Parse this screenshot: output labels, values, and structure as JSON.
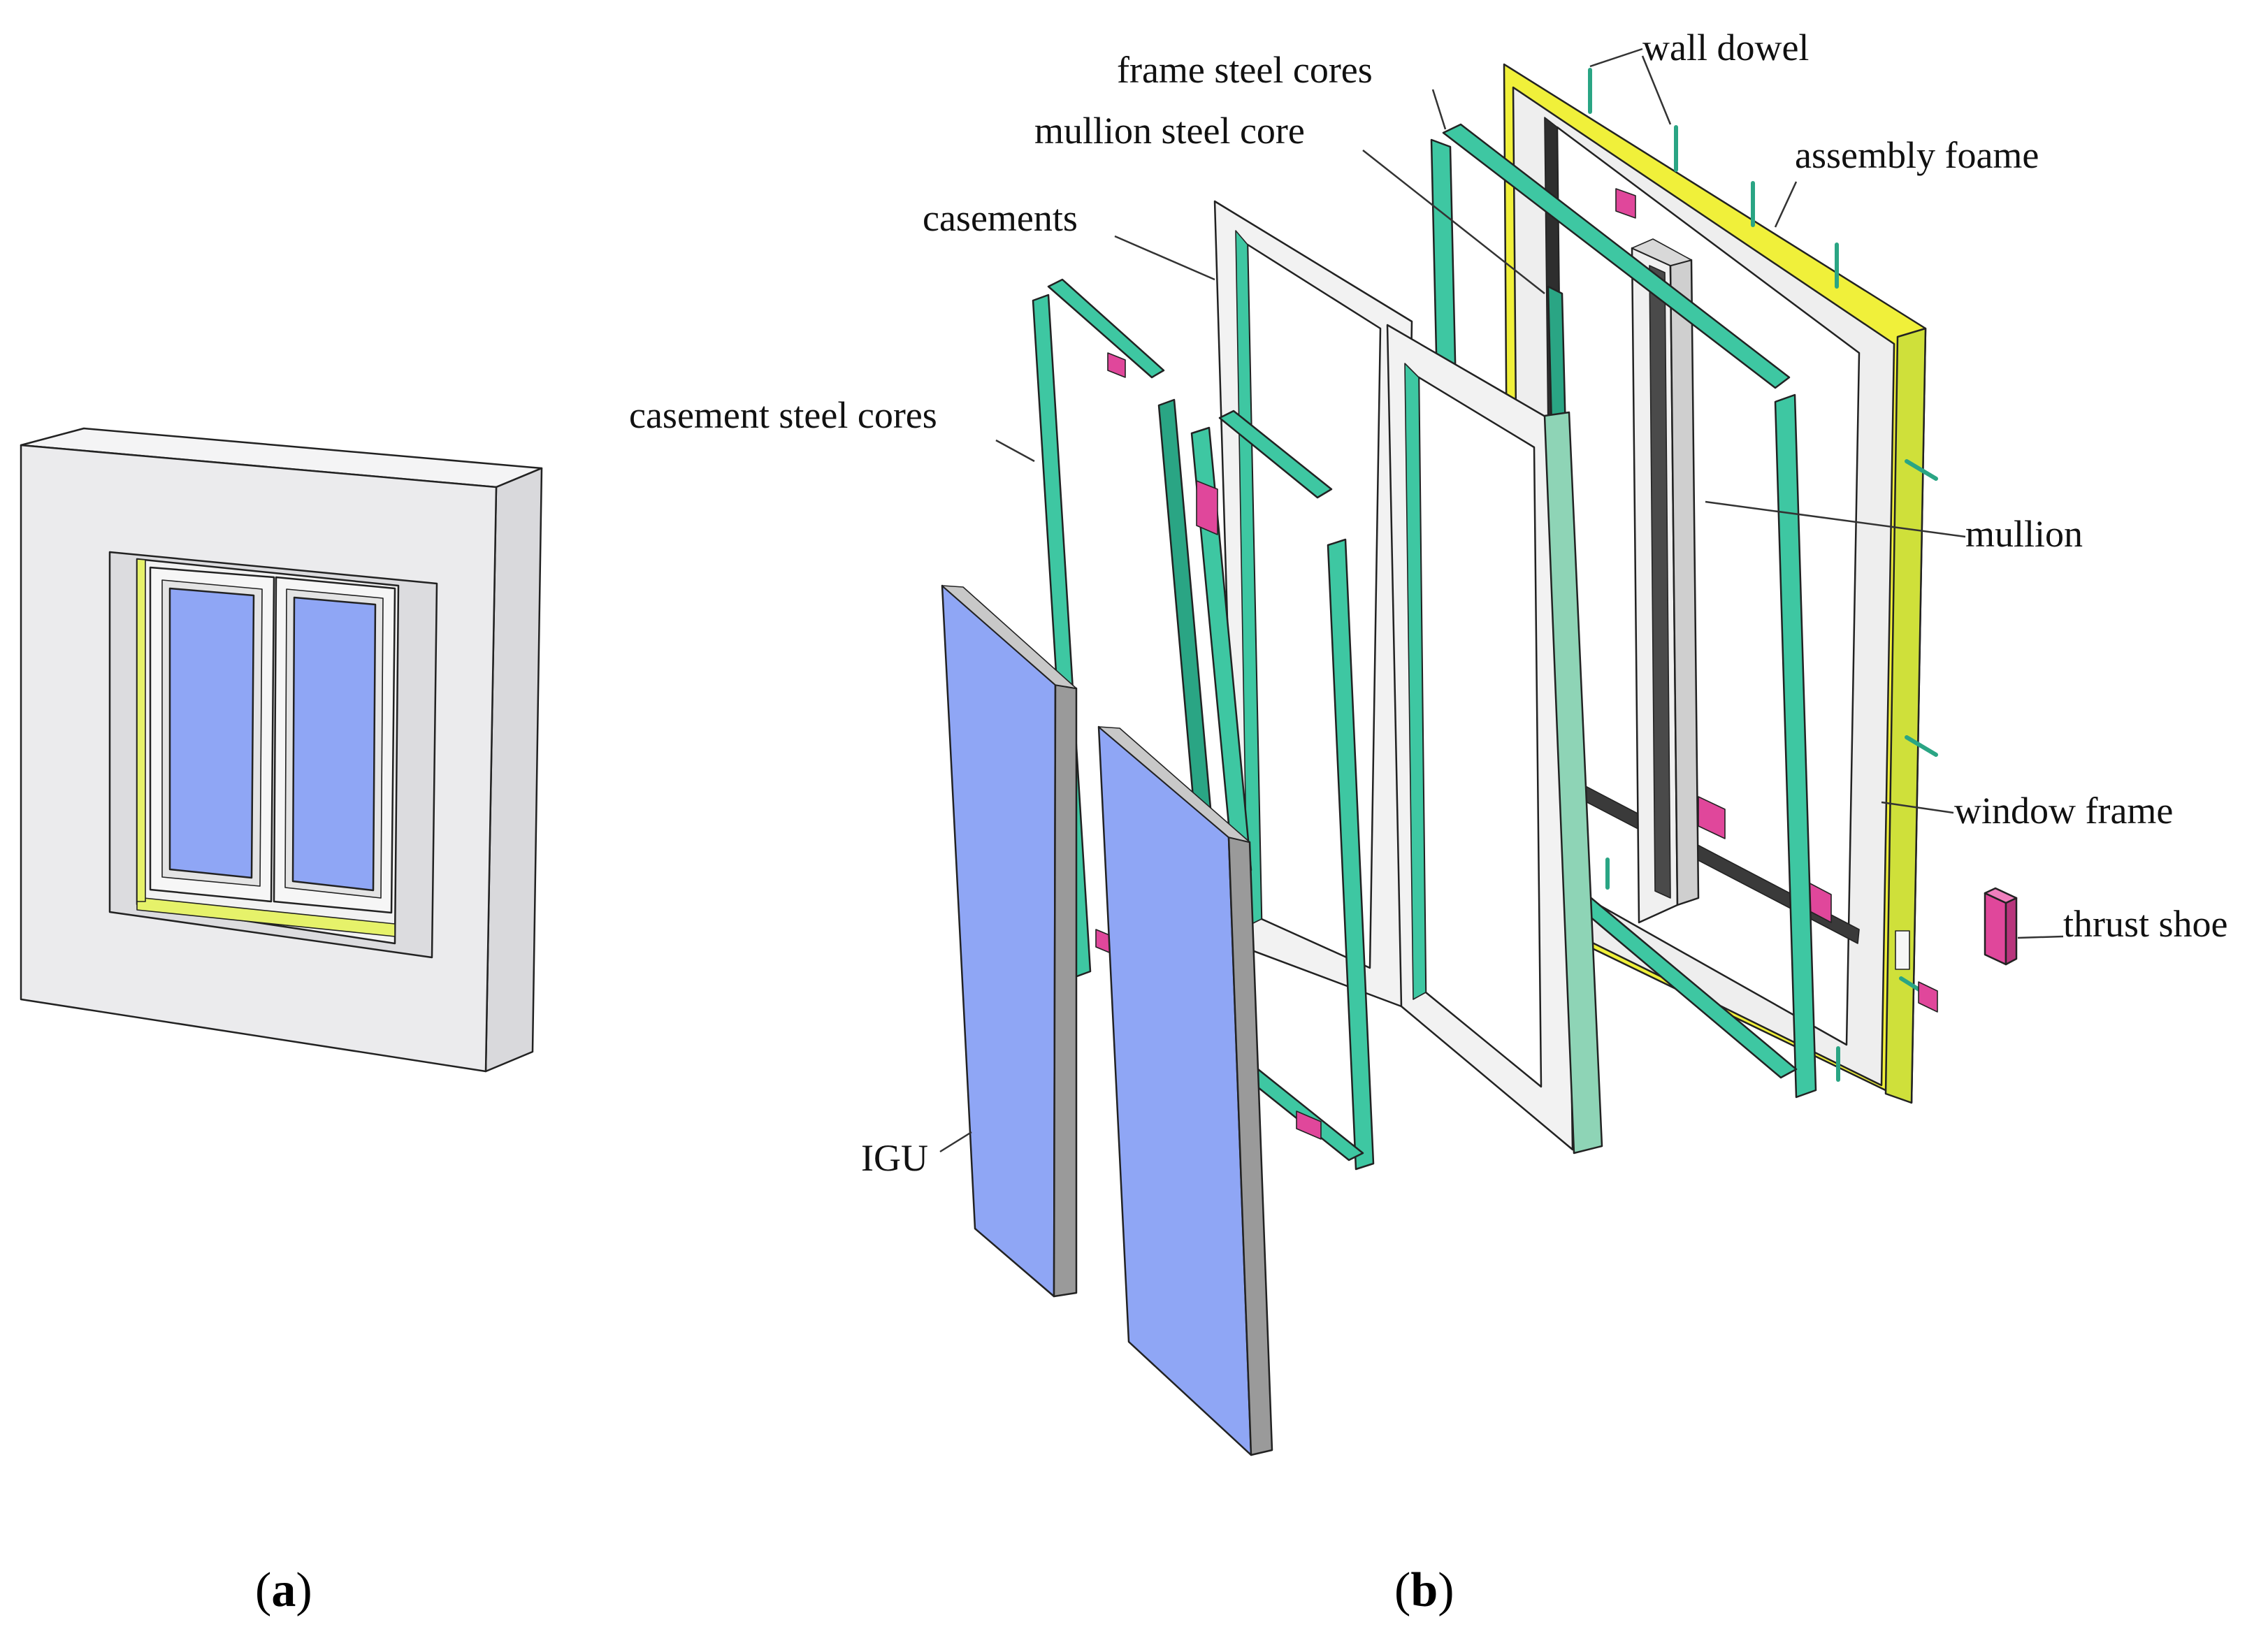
{
  "colors": {
    "wall": "#e8e8ea",
    "pvc": "#efefef",
    "glass": "#8fa6f5",
    "steel": "#3ec7a2",
    "steel_dark": "#2aa584",
    "foam": "#f0f03a",
    "foam_side": "#cfe03a",
    "thrust_shoe": "#e0479b",
    "mullion_core": "#4a4a4a"
  },
  "labels": {
    "wall_dowel": "wall dowel",
    "frame_steel_cores": "frame steel cores",
    "mullion_steel_core": "mullion steel core",
    "assembly_foame": "assembly foame",
    "casements": "casements",
    "casement_steel_cores": "casement steel cores",
    "mullion": "mullion",
    "window_frame": "window frame",
    "thrust_shoe": "thrust shoe",
    "igu": "IGU"
  },
  "captions": {
    "a": {
      "open": "(",
      "letter": "a",
      "close": ")"
    },
    "b": {
      "open": "(",
      "letter": "b",
      "close": ")"
    }
  }
}
